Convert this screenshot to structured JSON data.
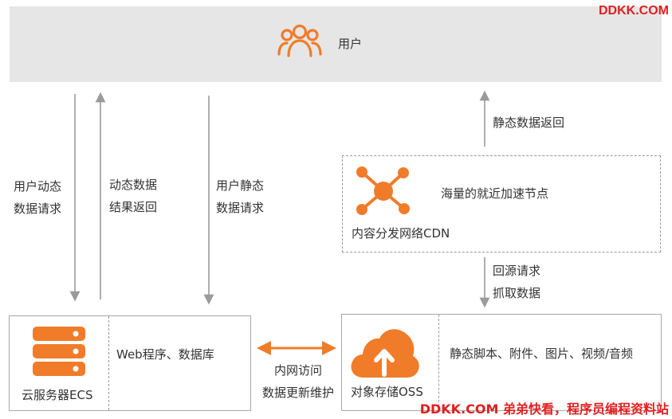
{
  "watermark_top": "DDKK.COM",
  "watermark_bottom": "DDKK.COM 弟弟快看，程序员编程资料站",
  "user": {
    "label": "用户",
    "icon": "users-icon"
  },
  "flows": {
    "user_dynamic_request": [
      "用户动态",
      "数据请求"
    ],
    "dynamic_result_return": [
      "动态数据",
      "结果返回"
    ],
    "user_static_request": [
      "用户静态",
      "数据请求"
    ],
    "static_data_return": "静态数据返回",
    "origin_request": [
      "回源请求",
      "抓取数据"
    ],
    "intranet": [
      "内网访问",
      "数据更新维护"
    ]
  },
  "cdn": {
    "title": "内容分发网络CDN",
    "description": "海量的就近加速节点",
    "icon": "network-nodes-icon"
  },
  "ecs": {
    "title": "云服务器ECS",
    "description": "Web程序、数据库",
    "icon": "server-stack-icon"
  },
  "oss": {
    "title": "对象存储OSS",
    "description": "静态脚本、附件、图片、视频/音频",
    "icon": "cloud-upload-icon"
  },
  "colors": {
    "accent": "#f07c2a",
    "arrow": "#9a9a9a",
    "bar": "#e6e6e6",
    "watermark": "#e02020"
  }
}
